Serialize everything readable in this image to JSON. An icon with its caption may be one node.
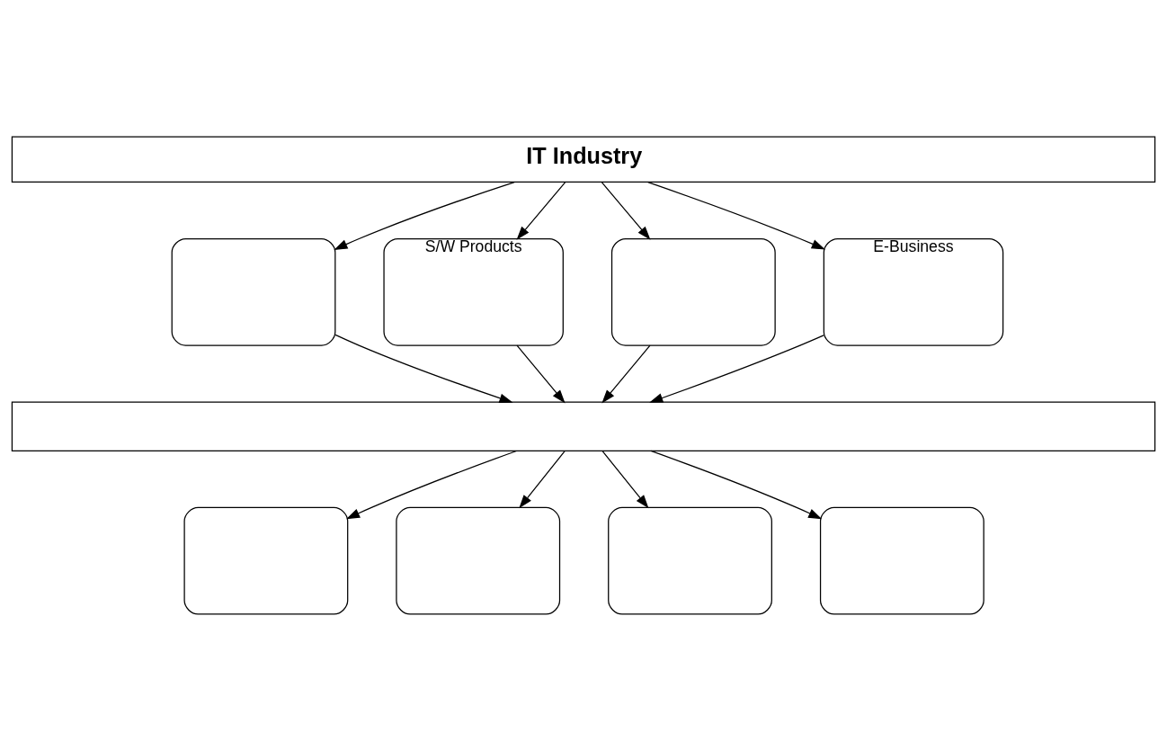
{
  "diagram": {
    "nodes": [
      {
        "text": [
          "IT Industry"
        ]
      },
      {
        "text": [],
        "shape": "box"
      },
      {
        "text": [
          "S/W Products"
        ]
      },
      {
        "text": [],
        "shape": "box"
      },
      {
        "text": [
          "E-Business"
        ]
      },
      {
        "text": [],
        "shape": "bar"
      },
      {
        "text": [],
        "shape": "box"
      },
      {
        "text": [],
        "shape": "box"
      },
      {
        "text": [],
        "shape": "box"
      },
      {
        "text": [],
        "shape": "box"
      }
    ],
    "edges": [
      {
        "from": 0,
        "to": 1,
        "arrow": "to"
      },
      {
        "from": 0,
        "to": 2,
        "arrow": "to"
      },
      {
        "from": 0,
        "to": 3,
        "arrow": "to"
      },
      {
        "from": 0,
        "to": 4,
        "arrow": "to"
      },
      {
        "from": 1,
        "to": 5,
        "arrow": "to"
      },
      {
        "from": 2,
        "to": 5,
        "arrow": "to"
      },
      {
        "from": 3,
        "to": 5,
        "arrow": "to"
      },
      {
        "from": 4,
        "to": 5,
        "arrow": "to"
      },
      {
        "from": 5,
        "to": 6,
        "arrow": "to"
      },
      {
        "from": 5,
        "to": 7,
        "arrow": "to"
      },
      {
        "from": 5,
        "to": 8,
        "arrow": "to"
      },
      {
        "from": 5,
        "to": 9,
        "arrow": "to"
      }
    ]
  }
}
